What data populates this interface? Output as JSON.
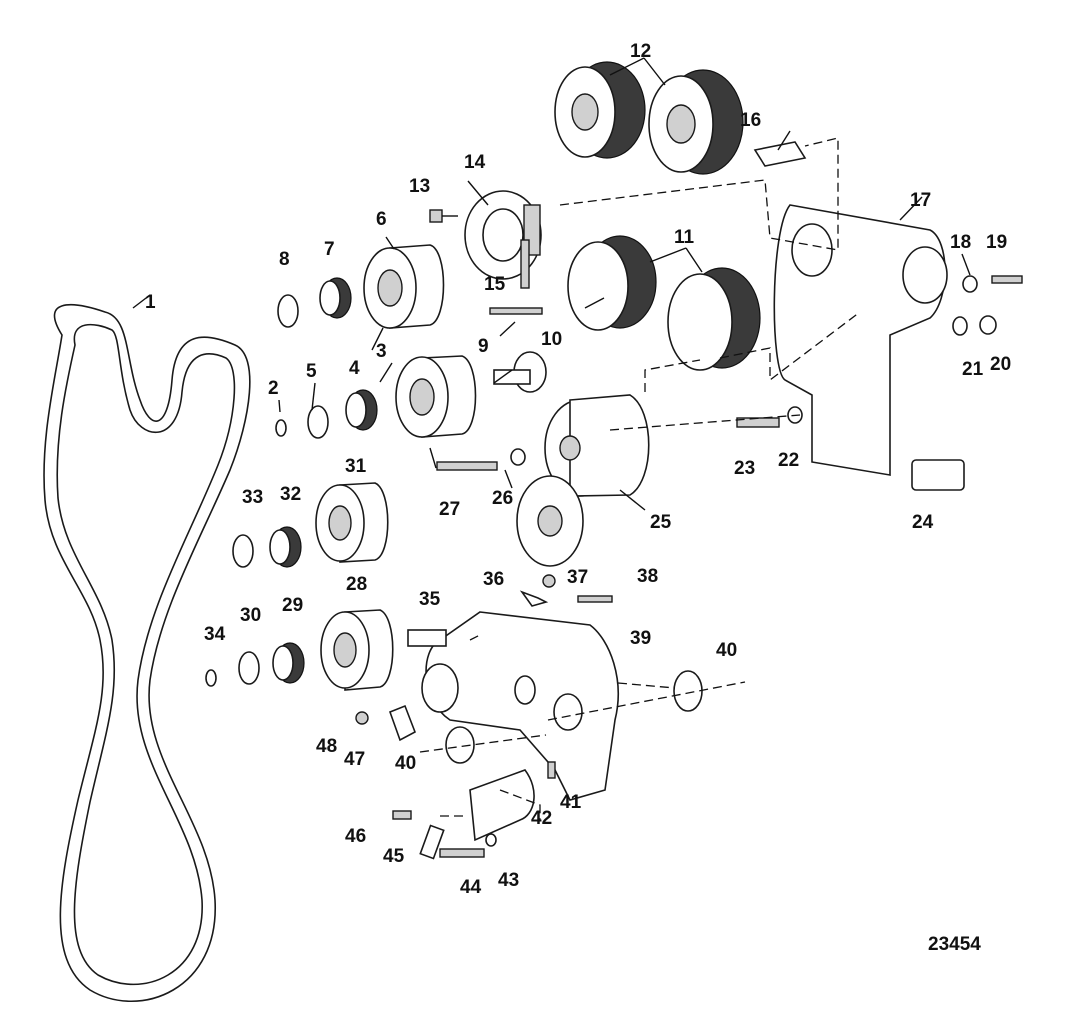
{
  "figure_number": "23454",
  "callouts": [
    "1",
    "2",
    "3",
    "4",
    "5",
    "6",
    "7",
    "8",
    "9",
    "10",
    "11",
    "12",
    "13",
    "14",
    "15",
    "16",
    "17",
    "18",
    "19",
    "20",
    "21",
    "22",
    "23",
    "24",
    "25",
    "26",
    "27",
    "28",
    "29",
    "30",
    "31",
    "32",
    "33",
    "34",
    "35",
    "36",
    "37",
    "38",
    "39",
    "40",
    "40",
    "41",
    "42",
    "43",
    "44",
    "45",
    "46",
    "47",
    "48"
  ]
}
